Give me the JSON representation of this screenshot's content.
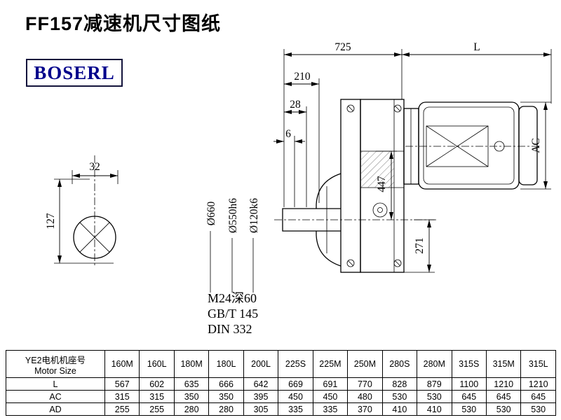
{
  "page": {
    "title": "FF157减速机尺寸图纸"
  },
  "logo": {
    "text": "BOSERL"
  },
  "dims": {
    "overall": "725",
    "motor_l": "L",
    "offset1": "210",
    "offset2": "28",
    "offset3": "6",
    "ac": "AC",
    "v447": "447",
    "v271": "271",
    "shaft32": "32",
    "h127": "127",
    "flange_od": "Ø660",
    "spigot_d": "Ø550h6",
    "shaft_d": "Ø120k6"
  },
  "notes": {
    "tap": "M24深60",
    "std1": "GB/T 145",
    "std2": "DIN 332"
  },
  "table": {
    "header_cn": "YE2电机机座号",
    "header_en": "Motor Size",
    "columns": [
      "160M",
      "160L",
      "180M",
      "180L",
      "200L",
      "225S",
      "225M",
      "250M",
      "280S",
      "280M",
      "315S",
      "315M",
      "315L"
    ],
    "rows": [
      {
        "label": "L",
        "values": [
          567,
          602,
          635,
          666,
          642,
          669,
          691,
          770,
          828,
          879,
          1100,
          1210,
          1210
        ]
      },
      {
        "label": "AC",
        "values": [
          315,
          315,
          350,
          350,
          395,
          450,
          450,
          480,
          530,
          530,
          645,
          645,
          645
        ]
      },
      {
        "label": "AD",
        "values": [
          255,
          255,
          280,
          280,
          305,
          335,
          335,
          370,
          410,
          410,
          530,
          530,
          530
        ]
      }
    ]
  }
}
